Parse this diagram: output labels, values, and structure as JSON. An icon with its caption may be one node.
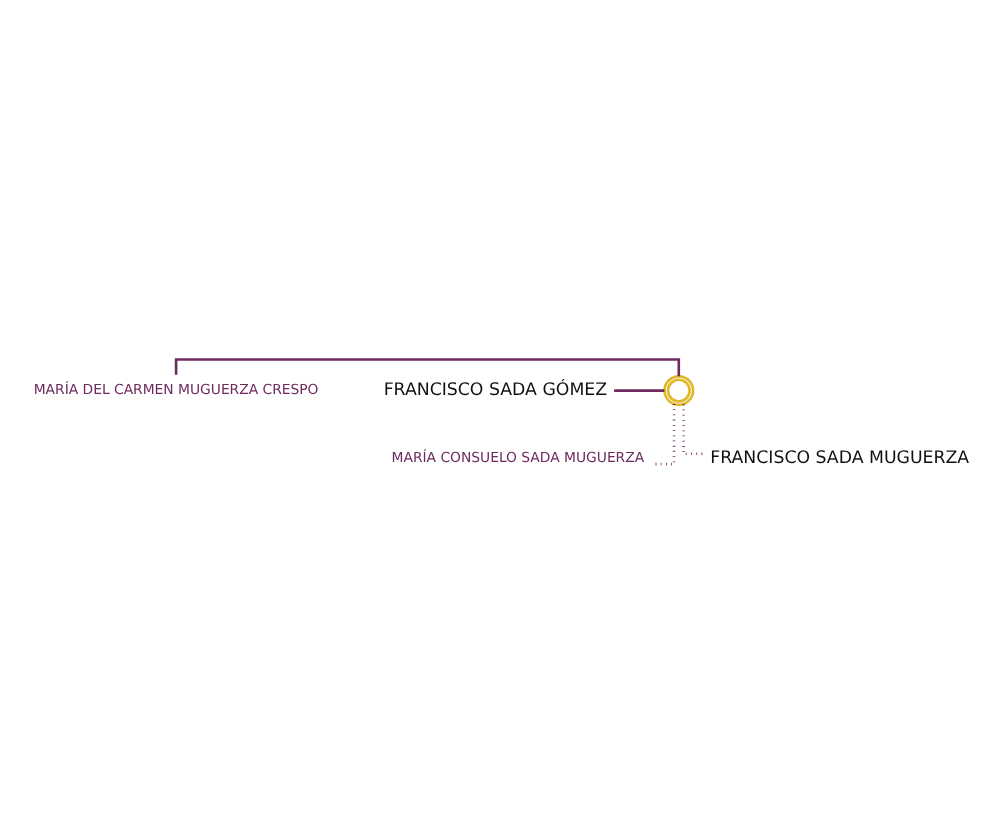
{
  "diagram": {
    "nodes": [
      {
        "text": [
          "MARÍA DEL CARMEN MUGUERZA CRESPO"
        ]
      },
      {
        "text": [
          "FRANCISCO SADA GÓMEZ"
        ]
      },
      {
        "text": [],
        "shape": "circle"
      },
      {
        "text": [
          "MARÍA CONSUELO SADA MUGUERZA"
        ]
      },
      {
        "text": [
          "FRANCISCO SADA MUGUERZA"
        ]
      }
    ],
    "edges": [
      {
        "from": 0,
        "to": 2,
        "arrow": "none",
        "color": "#6e2a5f"
      },
      {
        "from": 1,
        "to": 2,
        "arrow": "none",
        "color": "#6e2a5f"
      },
      {
        "from": 2,
        "to": 3,
        "arrow": "none",
        "style": "dashed",
        "color": "#6e2a5f"
      },
      {
        "from": 2,
        "to": 4,
        "arrow": "none",
        "style": "dashed",
        "color": "#6e2a5f"
      }
    ]
  }
}
